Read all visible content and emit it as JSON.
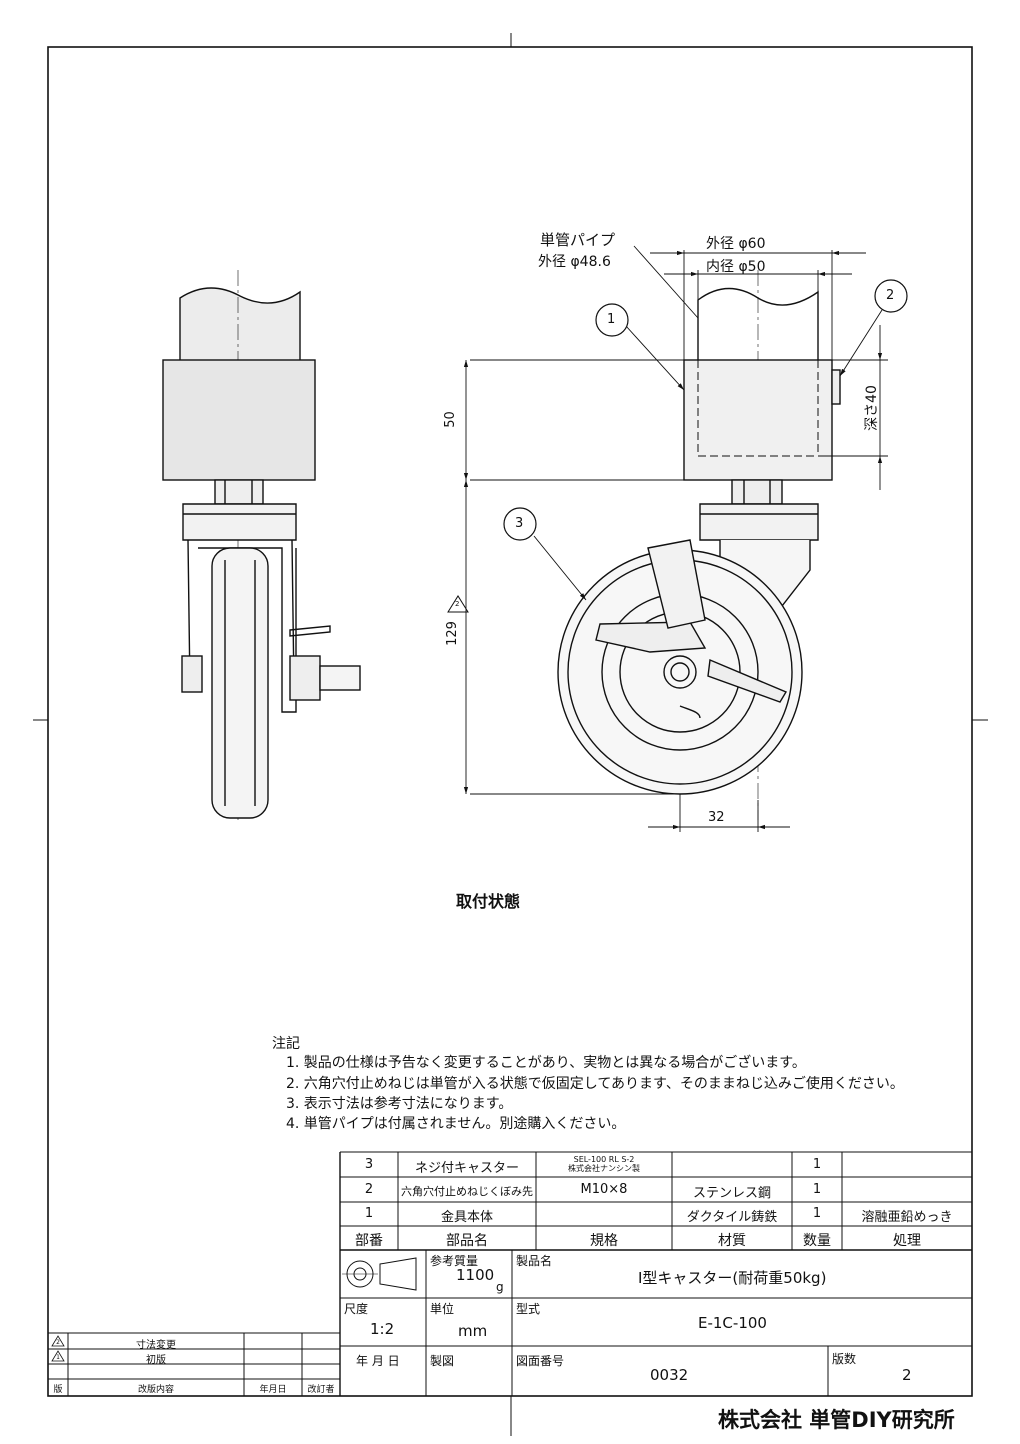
{
  "view_caption": "取付状態",
  "dimensions": {
    "pipe_label": "単管パイプ",
    "pipe_od": "外径 φ48.6",
    "outer_dia": "外径 φ60",
    "inner_dia": "内径 φ50",
    "height_socket": "50",
    "height_caster": "129",
    "depth": "深さ40",
    "offset": "32",
    "revision_mark": "2"
  },
  "balloons": [
    "1",
    "2",
    "3"
  ],
  "notes": {
    "title": "注記",
    "items": [
      "1. 製品の仕様は予告なく変更することがあり、実物とは異なる場合がございます。",
      "2. 六角穴付止めねじは単管が入る状態で仮固定してあります、そのままねじ込みご使用ください。",
      "3. 表示寸法は参考寸法になります。",
      "4. 単管パイプは付属されません。別途購入ください。"
    ]
  },
  "parts_list": {
    "headers": [
      "部番",
      "部品名",
      "規格",
      "材質",
      "数量",
      "処理"
    ],
    "rows": [
      [
        "3",
        "ネジ付キャスター",
        "SEL-100 RL S-2\n株式会社ナンシン製",
        "",
        "1",
        ""
      ],
      [
        "2",
        "六角穴付止めねじくぼみ先",
        "M10×8",
        "ステンレス鋼",
        "1",
        ""
      ],
      [
        "1",
        "金具本体",
        "",
        "ダクタイル鋳鉄",
        "1",
        "溶融亜鉛めっき"
      ]
    ]
  },
  "title_block": {
    "mass_label": "参考質量",
    "mass_value": "1100",
    "mass_unit": "g",
    "product_label": "製品名",
    "product_name": "I型キャスター(耐荷重50kg)",
    "scale_label": "尺度",
    "scale_value": "1:2",
    "unit_label": "単位",
    "unit_value": "mm",
    "model_label": "型式",
    "model_value": "E-1C-100",
    "date_label": "年 月 日",
    "drawn_label": "製図",
    "drawing_no_label": "図面番号",
    "drawing_no": "0032",
    "edition_label": "版数",
    "edition": "2"
  },
  "revision_table": {
    "rows": [
      {
        "mark": "2",
        "content": "寸法変更"
      },
      {
        "mark": "1",
        "content": "初版"
      }
    ],
    "headers": [
      "版",
      "改版内容",
      "年月日",
      "改訂者"
    ]
  },
  "company": "株式会社 単管DIY研究所"
}
